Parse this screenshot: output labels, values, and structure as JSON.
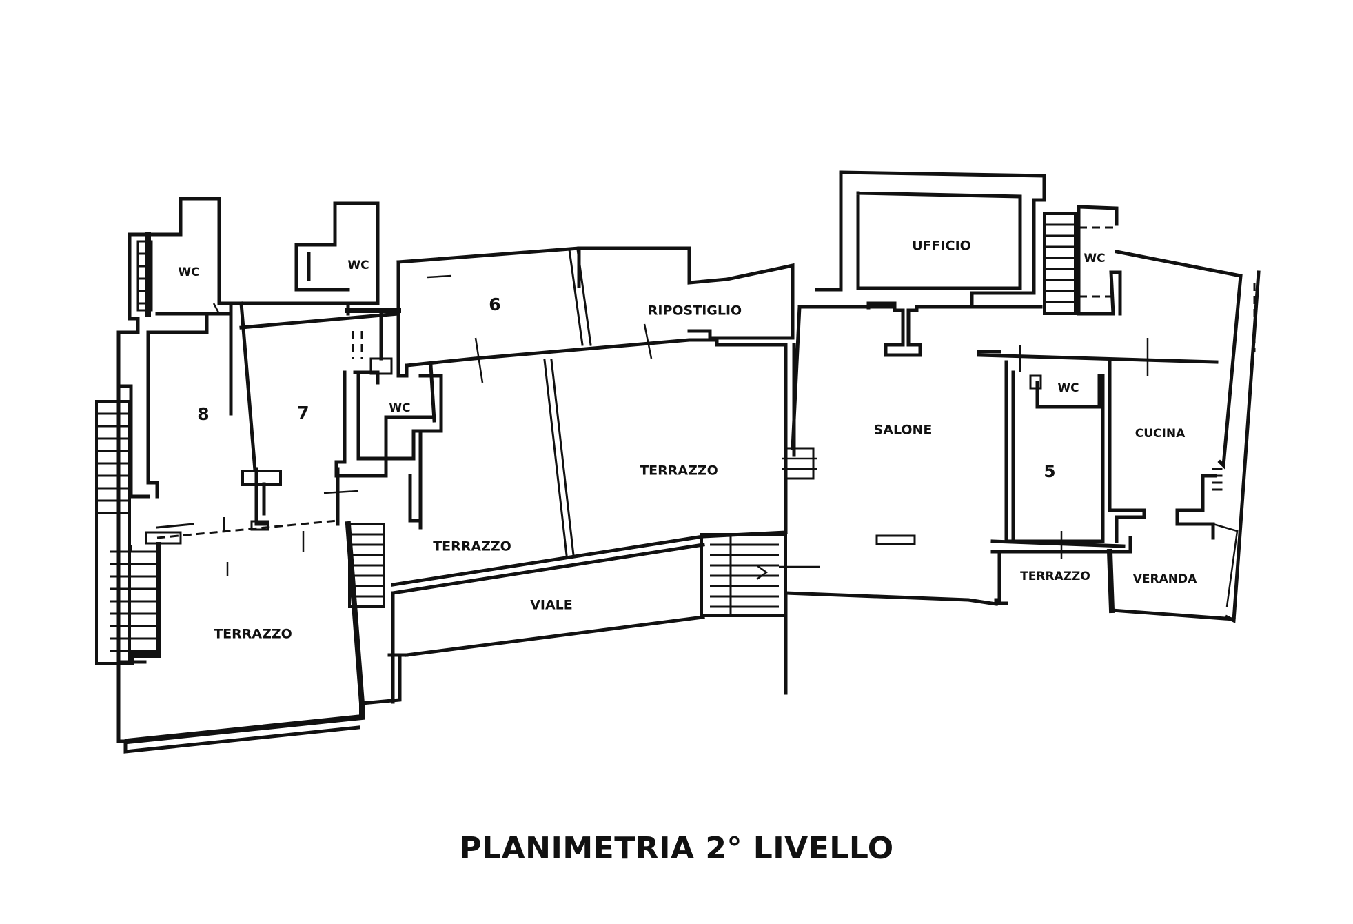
{
  "title": "PLANIMETRIA 2° LIVELLO",
  "rooms": {
    "wc_8": "WC",
    "wc_7": "WC",
    "wc_6": "WC",
    "wc_uff": "WC",
    "wc_5": "WC",
    "unit_8": "8",
    "unit_7": "7",
    "unit_6": "6",
    "unit_5": "5",
    "ripostiglio": "RIPOSTIGLIO",
    "ufficio": "UFFICIO",
    "salone": "SALONE",
    "cucina": "CUCINA",
    "terrazzo_left": "TERRAZZO",
    "terrazzo_mid": "TERRAZZO",
    "terrazzo_big": "TERRAZZO",
    "terrazzo_right": "TERRAZZO",
    "viale": "VIALE",
    "veranda": "VERANDA"
  }
}
